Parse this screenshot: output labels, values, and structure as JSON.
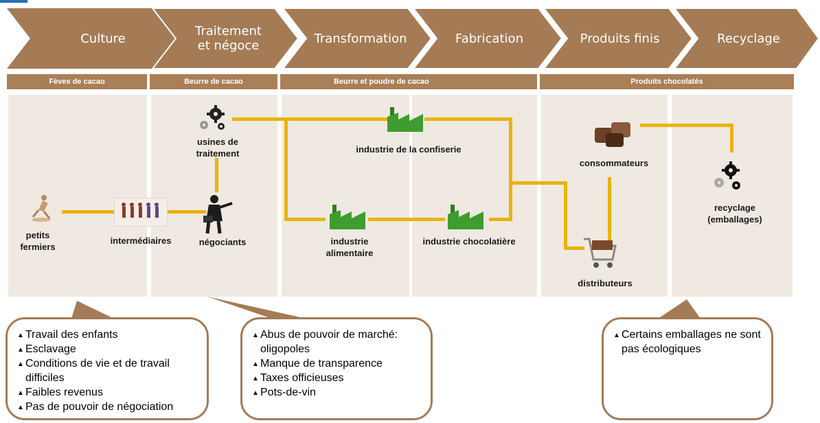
{
  "stages": [
    {
      "label": "Culture"
    },
    {
      "label": "Traitement\net négoce"
    },
    {
      "label": "Transformation"
    },
    {
      "label": "Fabrication"
    },
    {
      "label": "Produits finis"
    },
    {
      "label": "Recyclage"
    }
  ],
  "categories": [
    {
      "label": "Fèves de cacao"
    },
    {
      "label": "Beurre de cacao"
    },
    {
      "label": "Beurre et poudre de cacao"
    },
    {
      "label": "Produits chocolatés"
    }
  ],
  "nodes": {
    "petits_fermiers": "petits\nfermiers",
    "intermediaires": "intermédiaires",
    "negociants": "négociants",
    "usines": "usines de\ntraitement",
    "confiserie": "industrie de la confiserie",
    "alimentaire": "industrie\nalimentaire",
    "chocolatiere": "industrie chocolatière",
    "consommateurs": "consommateurs",
    "distributeurs": "distributeurs",
    "recyclage": "recyclage\n(emballages)"
  },
  "callouts": {
    "culture": [
      "Travail des enfants",
      "Esclavage",
      "Conditions de vie et de travail difficiles",
      "Faibles revenus",
      "Pas de pouvoir de négociation"
    ],
    "negoce": [
      "Abus de pouvoir de marché: oligopoles",
      "Manque de transparence",
      "Taxes officieuses",
      "Pots-de-vin"
    ],
    "recyclage": [
      "Certains emballages ne sont pas écologiques"
    ]
  },
  "colors": {
    "chevron": "#a47b55",
    "category_bar": "#a97f57",
    "panel": "#efe9e2",
    "flow_line": "#eab30a",
    "callout_border": "#a47b55",
    "factory_green": "#3f9c2f"
  },
  "icons": [
    "farmer-icon",
    "people-chain-icon",
    "businessman-icon",
    "gears-icon",
    "factory-icon",
    "chocolates-icon",
    "shopping-cart-icon"
  ]
}
